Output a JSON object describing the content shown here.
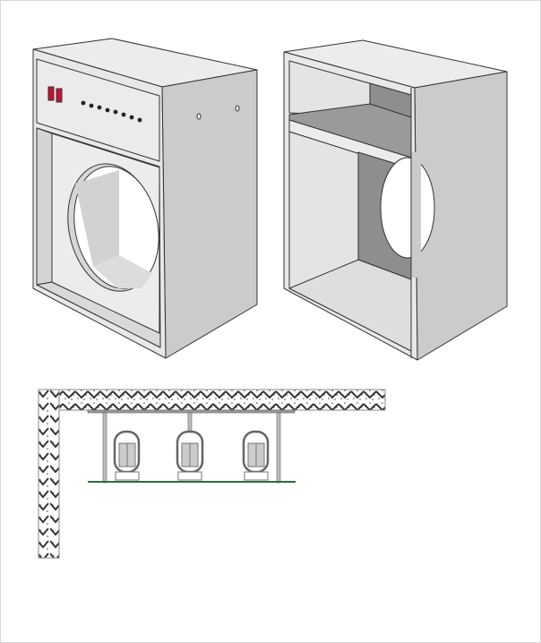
{
  "colors": {
    "panel_light": "#e6e6e6",
    "panel_side": "#c8c8c8",
    "panel_dark": "#8e8e8e",
    "button_red": "#c8102e",
    "mount_line": "#2e6b45",
    "outline": "#333333"
  },
  "figures": {
    "cabinet_front": {
      "buttons": 2,
      "indicator_dots": 8,
      "side_holes": 2
    },
    "cabinet_open": {
      "shelves": 1
    },
    "ceiling_mount": {
      "lamp_units": 3,
      "support_rods": 3
    }
  }
}
